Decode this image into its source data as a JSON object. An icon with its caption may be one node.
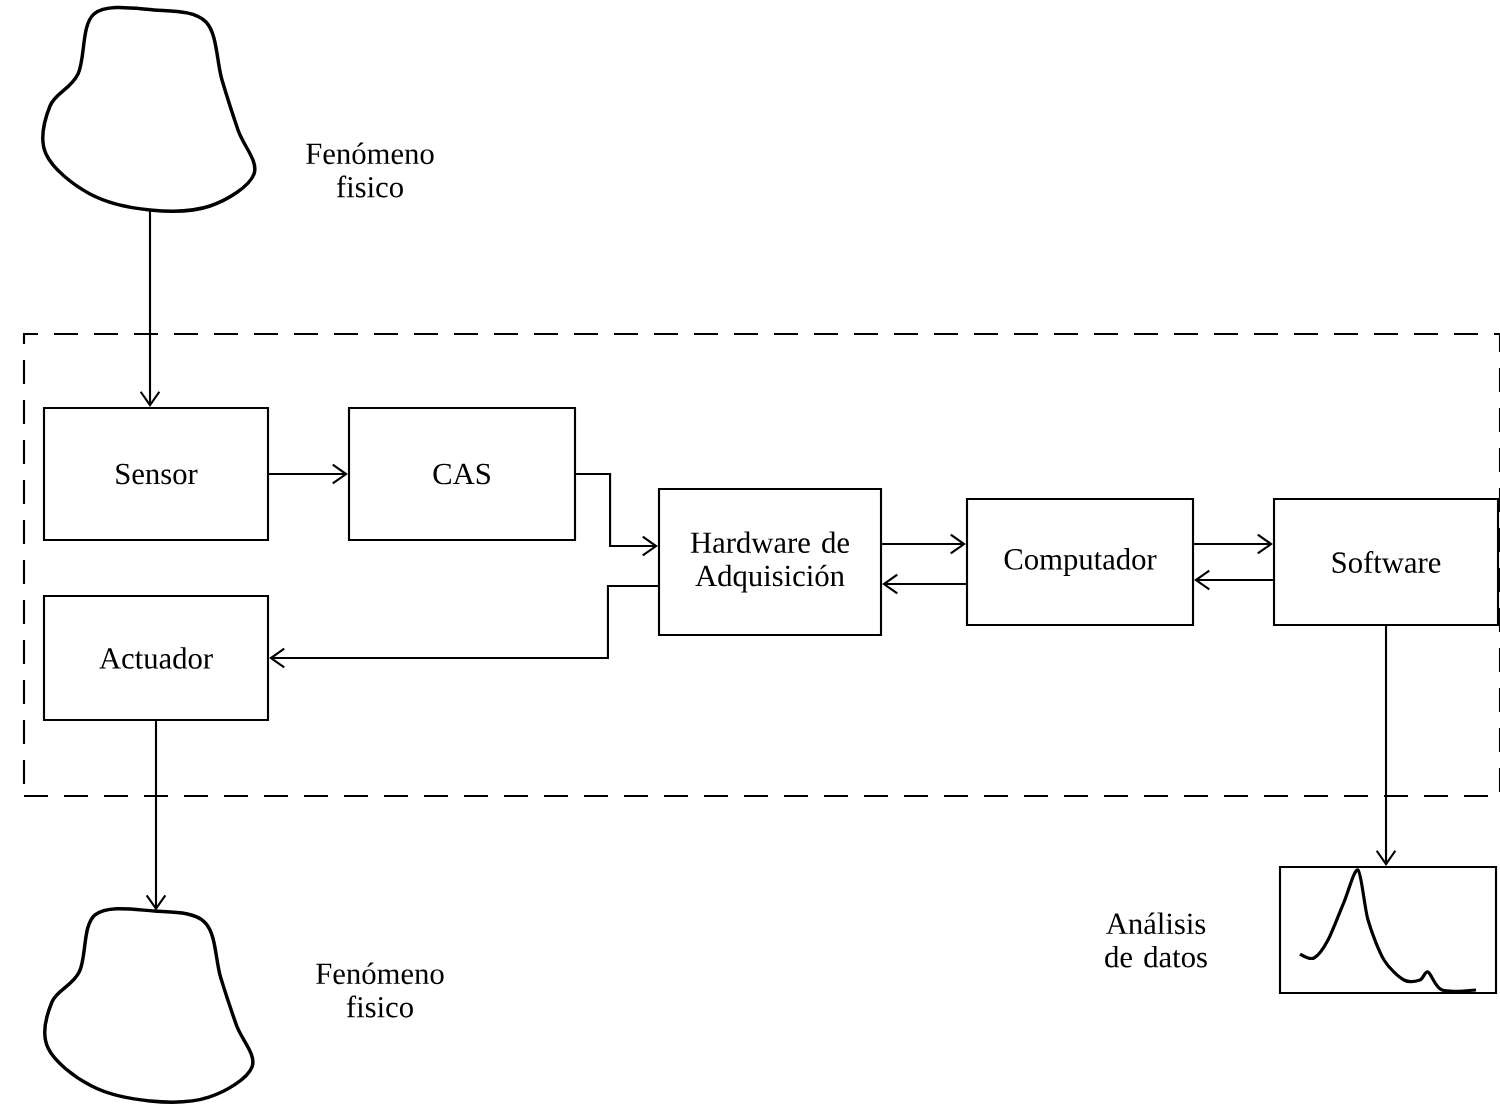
{
  "diagram": {
    "nodes": [
      {
        "text": [],
        "shape": "cloud",
        "beside": [
          "Fenómeno fisico"
        ]
      },
      {
        "text": [],
        "shape": "box"
      },
      {
        "text": [
          "Sensor"
        ],
        "in": 1
      },
      {
        "text": [
          "CAS"
        ],
        "in": 1
      },
      {
        "text": [
          "Hardware de Adquisición"
        ],
        "in": 1
      },
      {
        "text": [
          "Computador"
        ],
        "in": 1
      },
      {
        "text": [
          "Software"
        ],
        "in": 1
      },
      {
        "text": [
          "Actuador"
        ],
        "in": 1
      },
      {
        "text": [],
        "shape": "cloud",
        "beside": [
          "Fenómeno fisico"
        ]
      },
      {
        "text": [],
        "shape": "picture",
        "beside": [
          "Análisis de datos"
        ]
      }
    ],
    "edges": [
      {
        "from": 0,
        "to": 2,
        "arrow": "to"
      },
      {
        "from": 2,
        "to": 3,
        "arrow": "to"
      },
      {
        "from": 3,
        "to": 4,
        "arrow": "to"
      },
      {
        "from": 4,
        "to": 5,
        "arrow": "to"
      },
      {
        "from": 5,
        "to": 4,
        "arrow": "to"
      },
      {
        "from": 5,
        "to": 6,
        "arrow": "to"
      },
      {
        "from": 6,
        "to": 5,
        "arrow": "to"
      },
      {
        "from": 4,
        "to": 7,
        "arrow": "to"
      },
      {
        "from": 7,
        "to": 8,
        "arrow": "to"
      },
      {
        "from": 6,
        "to": 9,
        "arrow": "to"
      }
    ]
  }
}
